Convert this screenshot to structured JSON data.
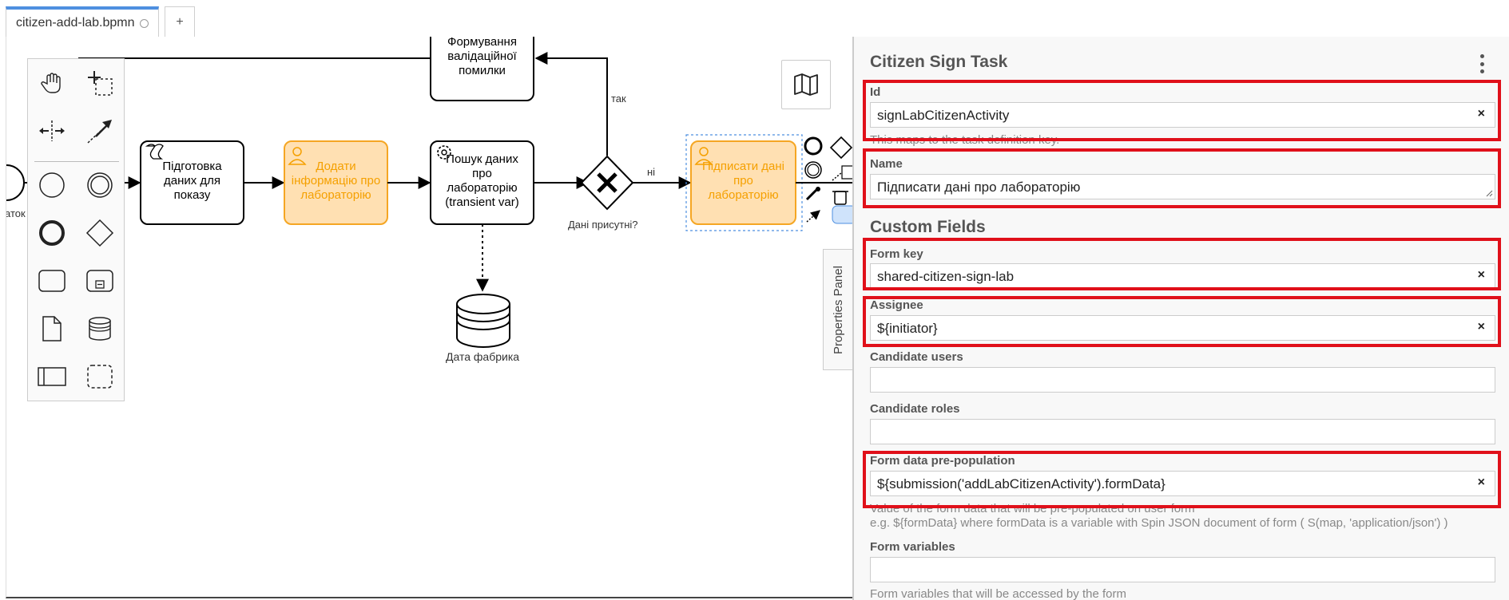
{
  "tabs": [
    {
      "label": "citizen-add-lab.bpmn"
    },
    {
      "label": "+"
    }
  ],
  "diagram": {
    "start_label_partial": "аток",
    "tasks": {
      "prepare_data": "Підготовка даних для показу",
      "add_info": "Додати інформацію про лабораторію",
      "search_data": "Пошук даних про лабораторію (transient var)",
      "validation_error": "Формування валідаційної помилки",
      "sign_data": "Підписати дані про лабораторію"
    },
    "gateway_label": "Дані присутні?",
    "flow_yes": "так",
    "flow_no": "ні",
    "datastore_label": "Дата фабрика",
    "properties_panel_toggle": "Properties Panel"
  },
  "panel": {
    "title": "Citizen Sign Task",
    "custom_fields_title": "Custom Fields",
    "fields": {
      "id": {
        "label": "Id",
        "value": "signLabCitizenActivity",
        "description": "This maps to the task definition key."
      },
      "name": {
        "label": "Name",
        "value": "Підписати дані про лабораторію"
      },
      "form_key": {
        "label": "Form key",
        "value": "shared-citizen-sign-lab"
      },
      "assignee": {
        "label": "Assignee",
        "value": "${initiator}"
      },
      "candidate_users": {
        "label": "Candidate users",
        "value": ""
      },
      "candidate_roles": {
        "label": "Candidate roles",
        "value": ""
      },
      "form_prepopulation": {
        "label": "Form data pre-population",
        "value": "${submission('addLabCitizenActivity').formData}",
        "description_1": "Value of the form data that will be pre-populated on user form",
        "description_2": "e.g. ${formData} where formData is a variable with Spin JSON document of form ( S(map, 'application/json') )"
      },
      "form_variables": {
        "label": "Form variables",
        "value": "",
        "description": "Form variables that will be accessed by the form"
      }
    },
    "clear_symbol": "×"
  },
  "colors": {
    "user_task_fill": "#ffe0b2",
    "user_task_stroke": "#f5a623",
    "user_task_text": "#f5a000",
    "highlight": "#e0101a",
    "active_tab": "#4e8fe0"
  }
}
